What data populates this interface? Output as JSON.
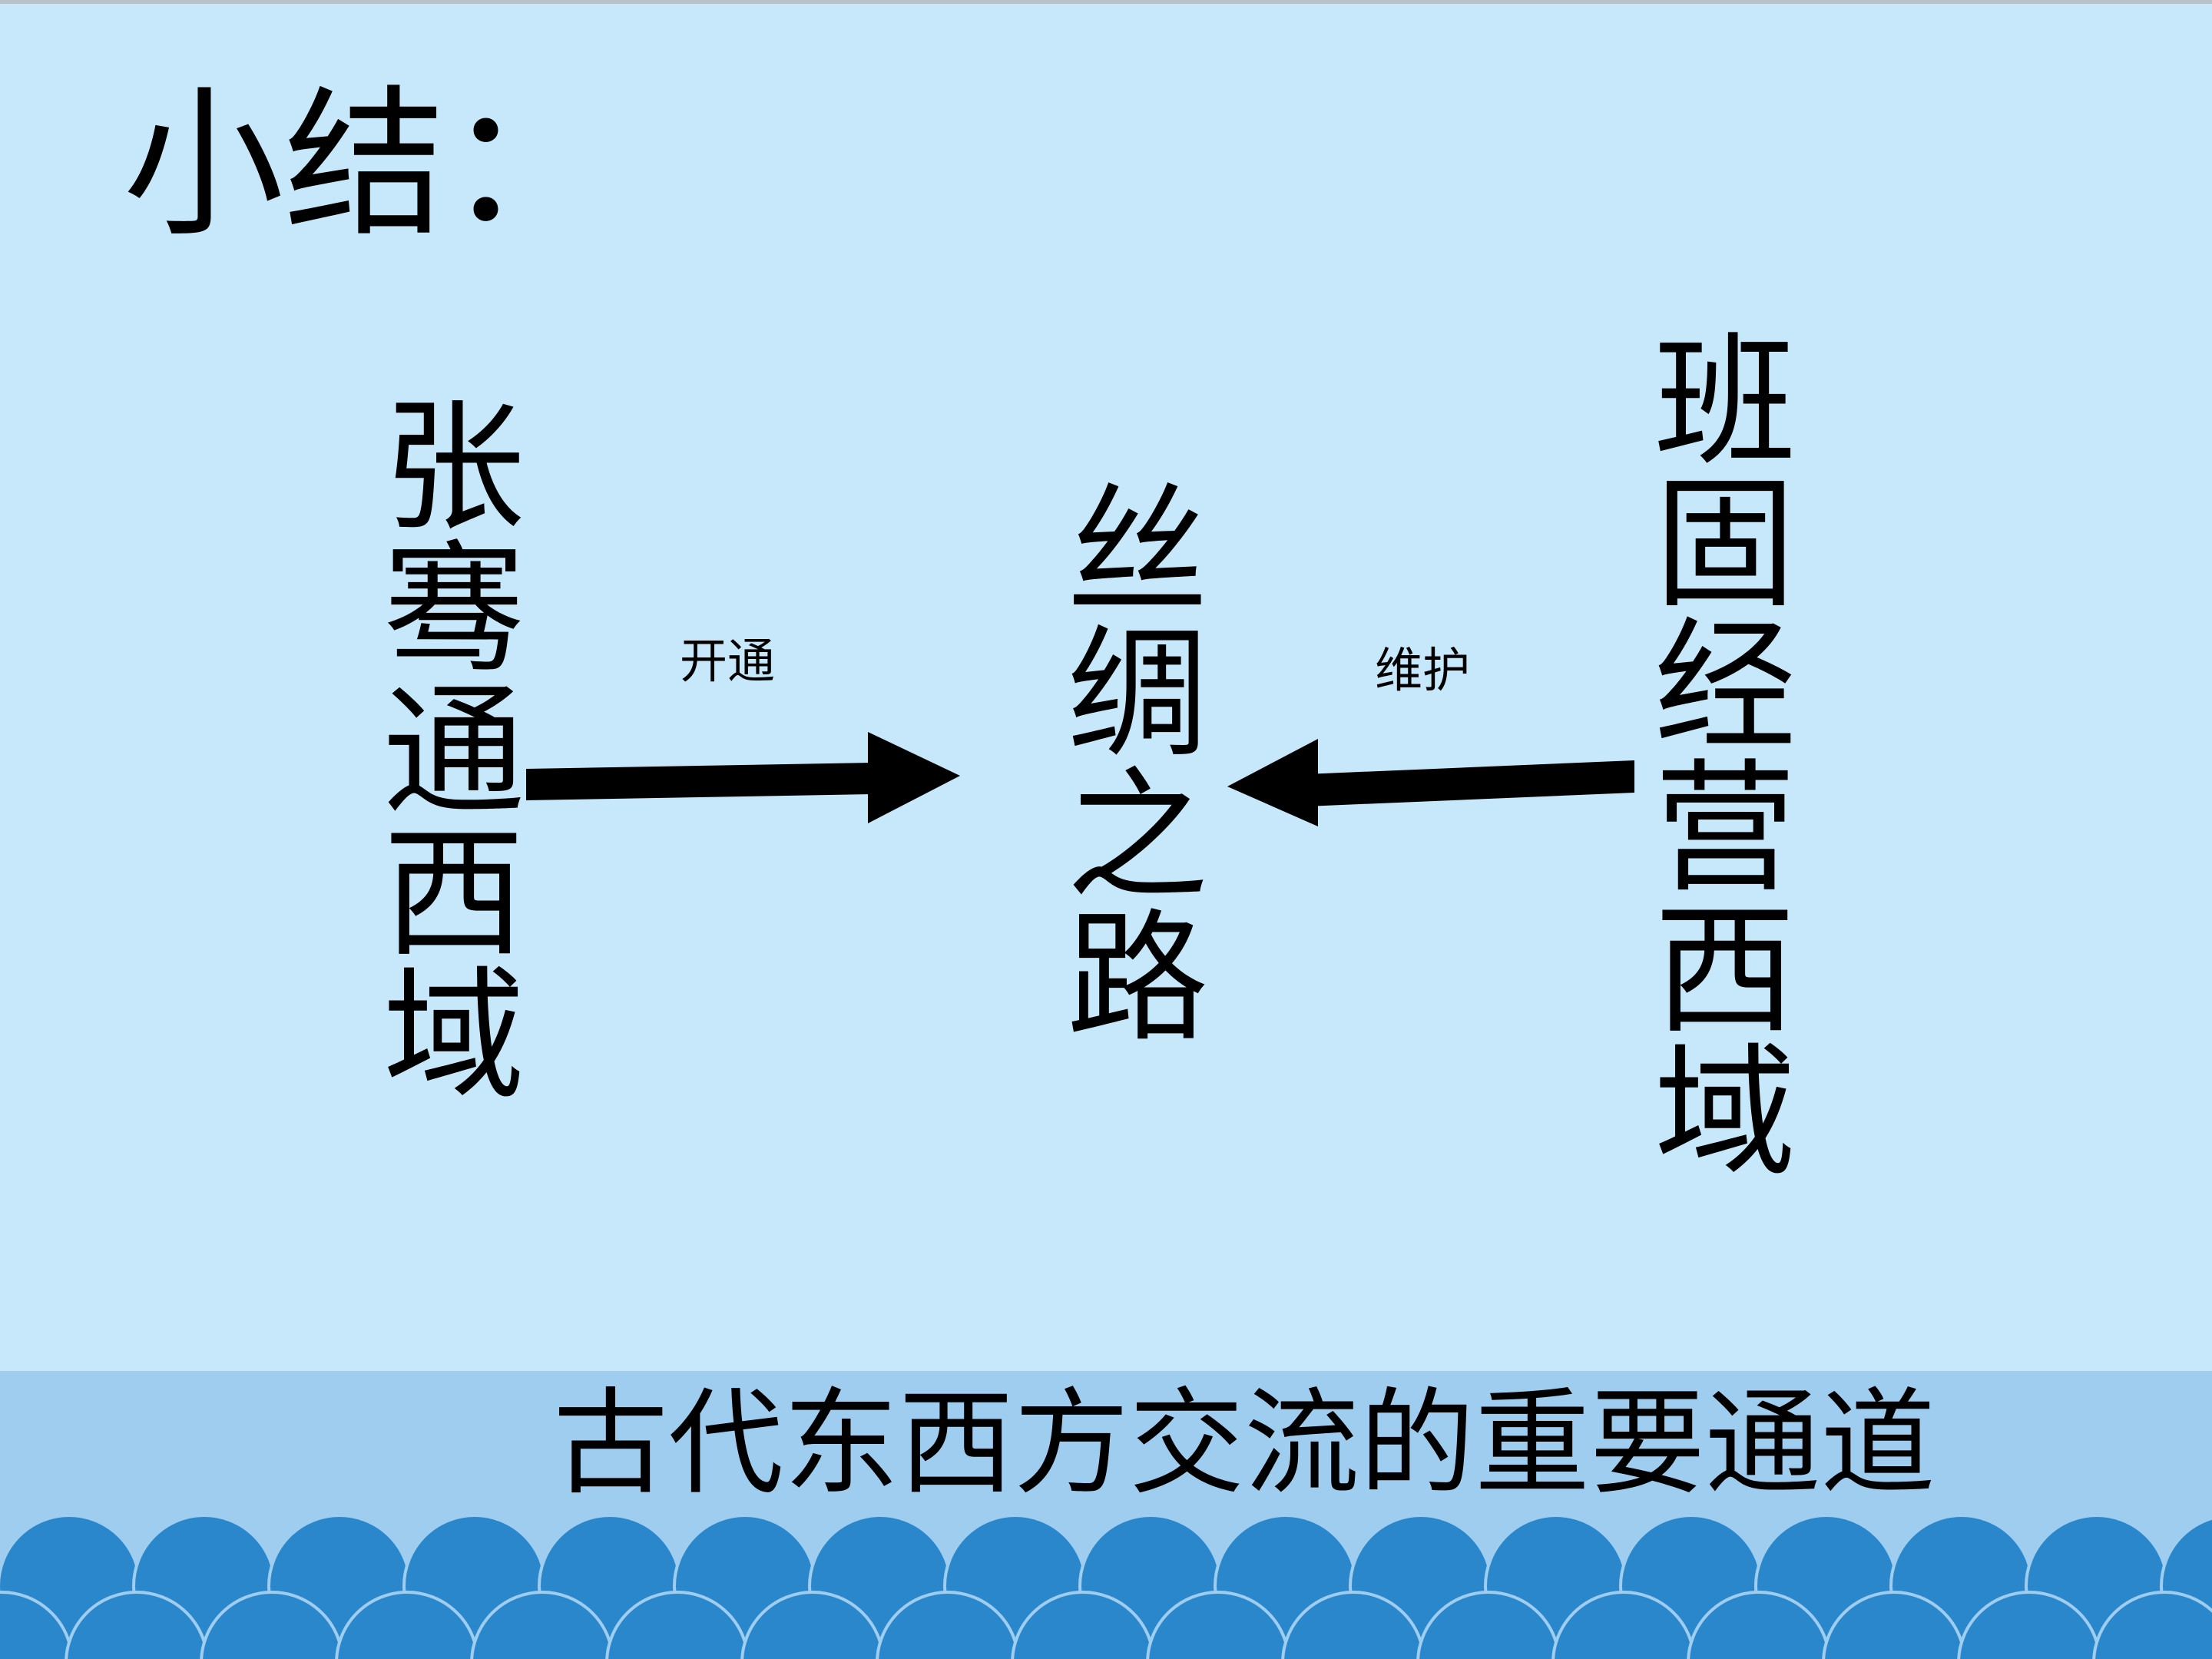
{
  "slide": {
    "title": "小结：",
    "left_text": "张骞通西域",
    "center_text": "丝绸之路",
    "right_text": "班固经营西域",
    "left_arrow_label": "开通",
    "right_arrow_label": "维护",
    "footer_text": "古代东西方交流的重要通道"
  },
  "colors": {
    "background": "#c7e8fb",
    "band": "#9fcdf0",
    "wave": "#2b87cc",
    "text": "#000000"
  }
}
